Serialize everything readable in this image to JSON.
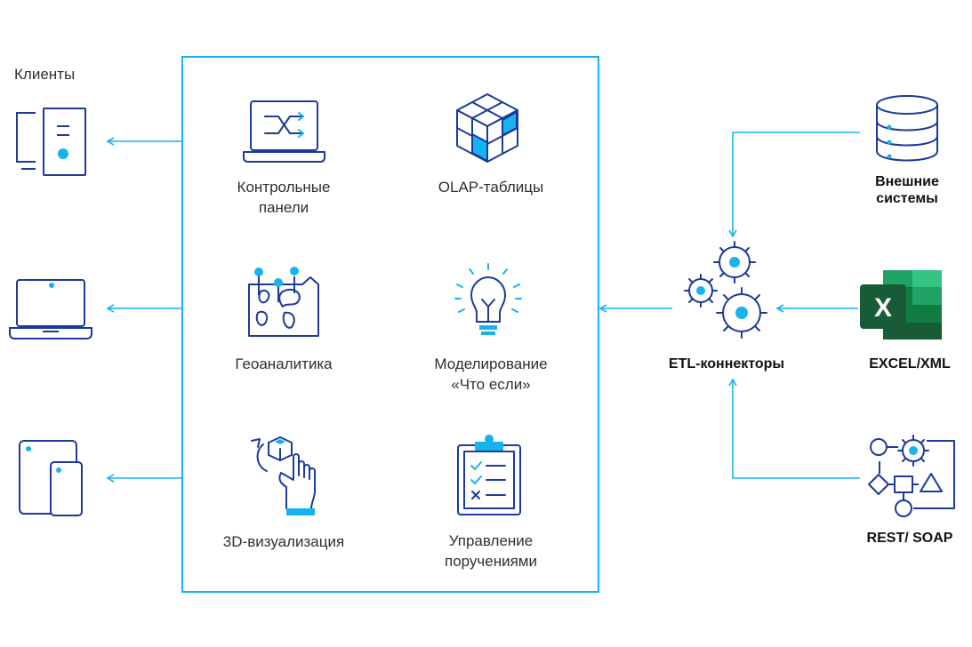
{
  "clients": {
    "title": "Клиенты"
  },
  "features": {
    "dashboards": {
      "line1": "Контрольные",
      "line2": "панели"
    },
    "olap": {
      "line1": "OLAP-таблицы"
    },
    "geo": {
      "line1": "Геоаналитика"
    },
    "modeling": {
      "line1": "Моделирование",
      "line2": "«Что если»"
    },
    "viz3d": {
      "line1": "3D-визуализация"
    },
    "tasks": {
      "line1": "Управление",
      "line2": "поручениями"
    }
  },
  "etl": {
    "label": "ETL-коннекторы"
  },
  "sources": {
    "external": {
      "line1": "Внешние",
      "line2": "системы"
    },
    "excel": {
      "label": "EXCEL/XML",
      "icon_letter": "X"
    },
    "rest": {
      "label": "REST/ SOAP"
    }
  },
  "colors": {
    "navy": "#1b3a9c",
    "cyan": "#16b4ee",
    "excel_dark": "#185c37",
    "excel_mid": "#21a366",
    "excel_light": "#33c481",
    "excel_base": "#107c41"
  }
}
